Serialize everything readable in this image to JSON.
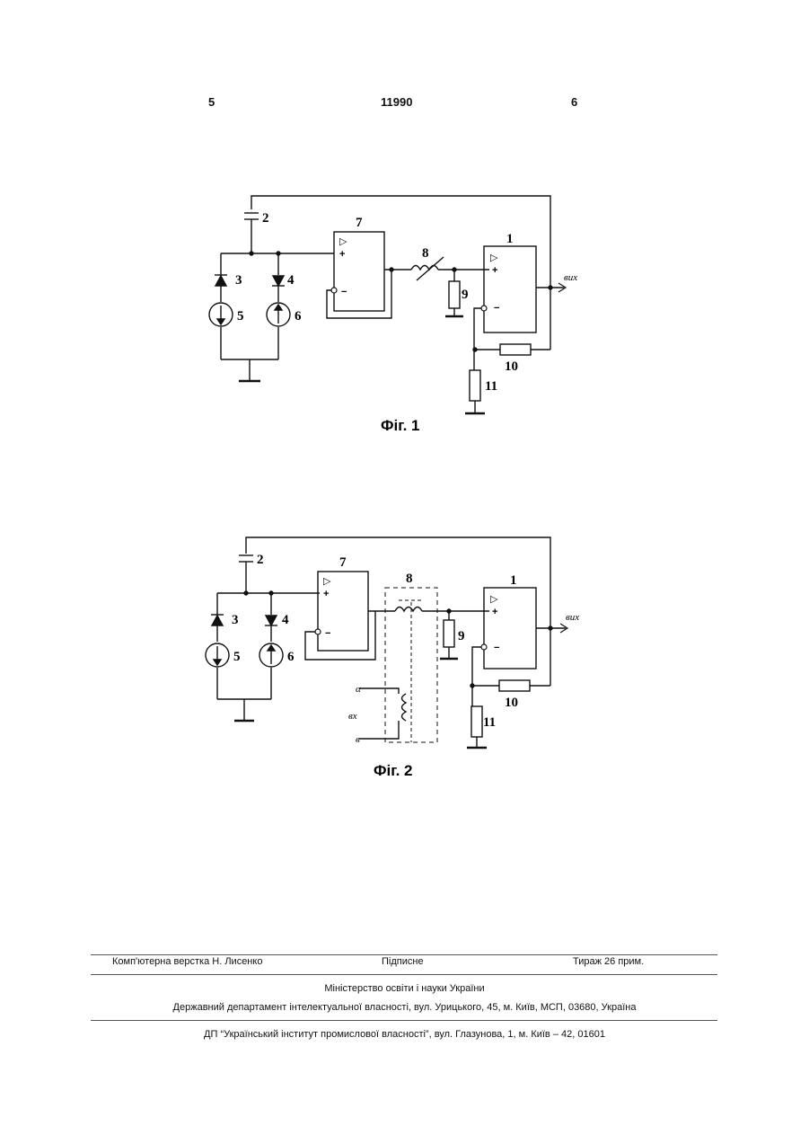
{
  "header": {
    "page_left": "5",
    "patent_number": "11990",
    "page_right": "6"
  },
  "fig1": {
    "caption": "Фіг. 1",
    "labels": {
      "c2": "2",
      "d3": "3",
      "d4": "4",
      "s5": "5",
      "s6": "6",
      "a7": "7",
      "l8": "8",
      "r9": "9",
      "r10": "10",
      "r11": "11",
      "a1": "1"
    },
    "out_label": "вих",
    "plus": "+",
    "minus": "−",
    "tri": "▷"
  },
  "fig2": {
    "caption": "Фіг. 2",
    "labels": {
      "c2": "2",
      "d3": "3",
      "d4": "4",
      "s5": "5",
      "s6": "6",
      "a7": "7",
      "l8": "8",
      "r9": "9",
      "r10": "10",
      "r11": "11",
      "a1": "1"
    },
    "out_label": "вих",
    "in_label": "вх",
    "term_a": "α",
    "term_b": "в",
    "plus": "+",
    "minus": "−",
    "tri": "▷"
  },
  "footer": {
    "layout": "Комп'ютерна верстка Н. Лисенко",
    "signed": "Підписне",
    "circulation": "Тираж 26 прим.",
    "ministry": "Міністерство освіти і науки України",
    "department": "Державний департамент інтелектуальної власності, вул. Урицького, 45, м. Київ, МСП, 03680, Україна",
    "institute": "ДП “Український інститут промислової власності”, вул. Глазунова, 1, м. Київ – 42, 01601"
  }
}
